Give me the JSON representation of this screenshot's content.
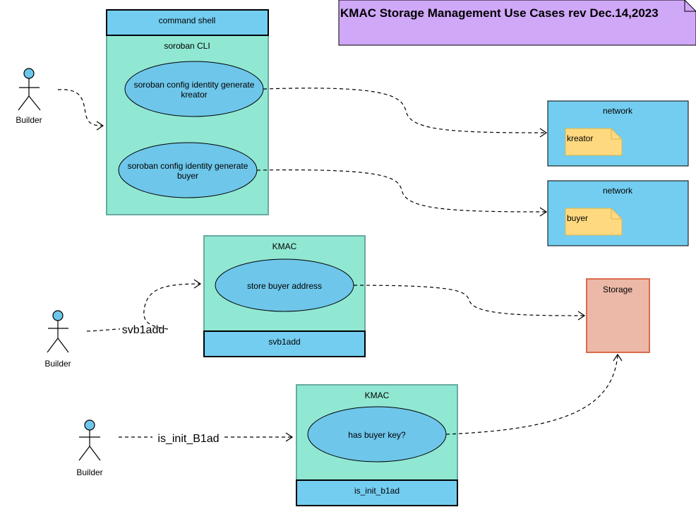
{
  "colors": {
    "boundary_fill": "#90e8d3",
    "boundary_stroke": "#67ab9f",
    "bar_fill": "#73cdf0",
    "usecase_fill": "#6ec6ea",
    "note_fill": "#d0a8f8",
    "artifact_fill": "#ffd97f",
    "artifact_stroke": "#d6b656",
    "storage_fill": "#ecb8a8",
    "storage_stroke": "#d96b4d"
  },
  "title_note": "KMAC Storage Management Use Cases rev Dec.14,2023",
  "actors": {
    "builder1": "Builder",
    "builder2": "Builder",
    "builder3": "Builder"
  },
  "cli_group": {
    "bar_label": "command shell",
    "boundary_label": "soroban CLI",
    "uc_kreator_line1": "soroban config identity generate",
    "uc_kreator_line2": "kreator",
    "uc_buyer_line1": "soroban config identity generate",
    "uc_buyer_line2": "buyer"
  },
  "network_kreator": {
    "label": "network",
    "artifact": "kreator"
  },
  "network_buyer": {
    "label": "network",
    "artifact": "buyer"
  },
  "kmac_store": {
    "boundary_label": "KMAC",
    "usecase": "store buyer address",
    "bar_label": "svb1add",
    "edge_label": "svb1add"
  },
  "kmac_init": {
    "boundary_label": "KMAC",
    "usecase": "has  buyer key?",
    "bar_label": "is_init_b1ad",
    "edge_label": "is_init_B1ad"
  },
  "storage": {
    "label": "Storage"
  }
}
